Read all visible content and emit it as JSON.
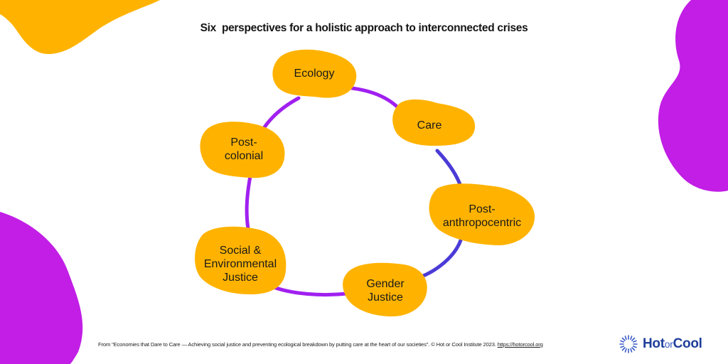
{
  "title": "Six  perspectives for a holistic approach to interconnected crises",
  "nodes": {
    "ecology": "Ecology",
    "care": "Care",
    "post_anthropocentric_line1": "Post-",
    "post_anthropocentric_line2": "anthropocentric",
    "gender_justice_line1": "Gender",
    "gender_justice_line2": "Justice",
    "social_env_line1": "Social &",
    "social_env_line2": "Environmental",
    "social_env_line3": "Justice",
    "postcolonial_line1": "Post-",
    "postcolonial_line2": "colonial"
  },
  "footer": {
    "text": "From \"Economies that Dare to Care — Achieving social justice and preventing ecological breakdown by putting care at the heart of our societies\". © Hot or Cool Institute 2023. ",
    "link": "https://hotorcool.org"
  },
  "logo": {
    "hot": "Hot",
    "or": "or",
    "cool": "Cool"
  },
  "colors": {
    "blob_fill": "#FFB300",
    "ring_purple": "#A020F0",
    "ring_blue": "#4B3BD6",
    "corner_yellow": "#FFB300",
    "corner_magenta": "#C21EE6",
    "logo_blue": "#1F3F9B"
  }
}
